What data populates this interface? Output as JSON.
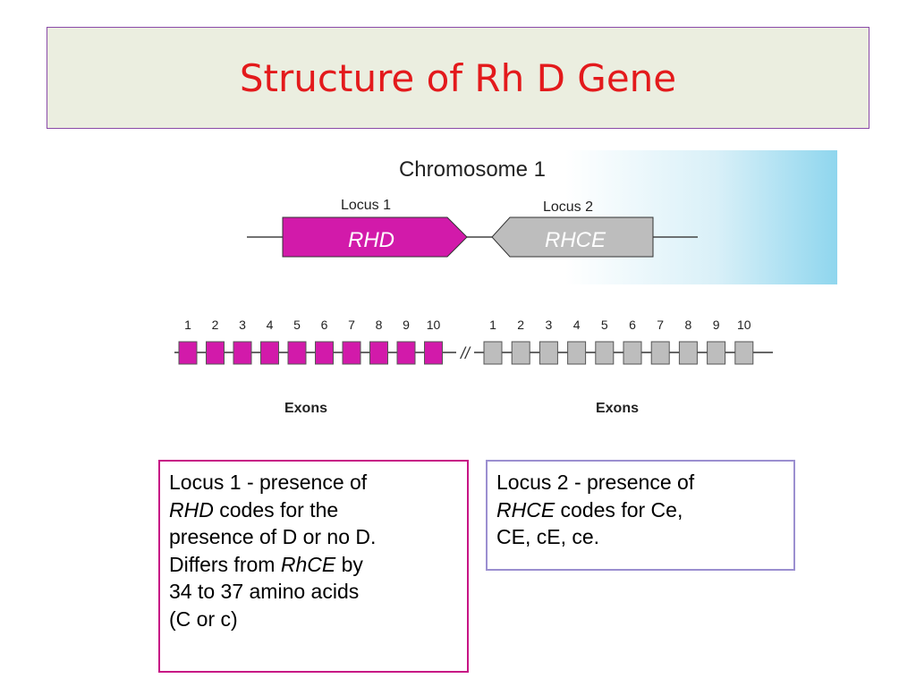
{
  "title": "Structure of Rh D Gene",
  "diagram": {
    "chromosome_label": "Chromosome 1",
    "locus1_label": "Locus 1",
    "locus2_label": "Locus 2",
    "gene1_name": "RHD",
    "gene2_name": "RHCE",
    "gene1_color": "#d21aaa",
    "gene2_color": "#bdbdbd",
    "exon_numbers_rhd": [
      "1",
      "2",
      "3",
      "4",
      "5",
      "6",
      "7",
      "8",
      "9",
      "10"
    ],
    "exon_numbers_rhce": [
      "1",
      "2",
      "3",
      "4",
      "5",
      "6",
      "7",
      "8",
      "9",
      "10"
    ],
    "exons_label_rhd": "Exons",
    "exons_label_rhce": "Exons",
    "break_mark": "//"
  },
  "locus1_box": {
    "line1": "Locus 1 - presence of",
    "line2_italic": "RHD",
    "line2_rest": " codes for the",
    "line3": "presence of D or no D.",
    "line4_start": "Differs from ",
    "line4_italic": "RhCE",
    "line4_end": " by",
    "line5": "34 to 37 amino acids",
    "line6": "(C or c)",
    "border_color": "#c71585"
  },
  "locus2_box": {
    "line1": "Locus 2 - presence of",
    "line2_italic": "RHCE",
    "line2_rest": " codes for Ce,",
    "line3": "CE, cE, ce.",
    "border_color": "#9b8fd0"
  }
}
